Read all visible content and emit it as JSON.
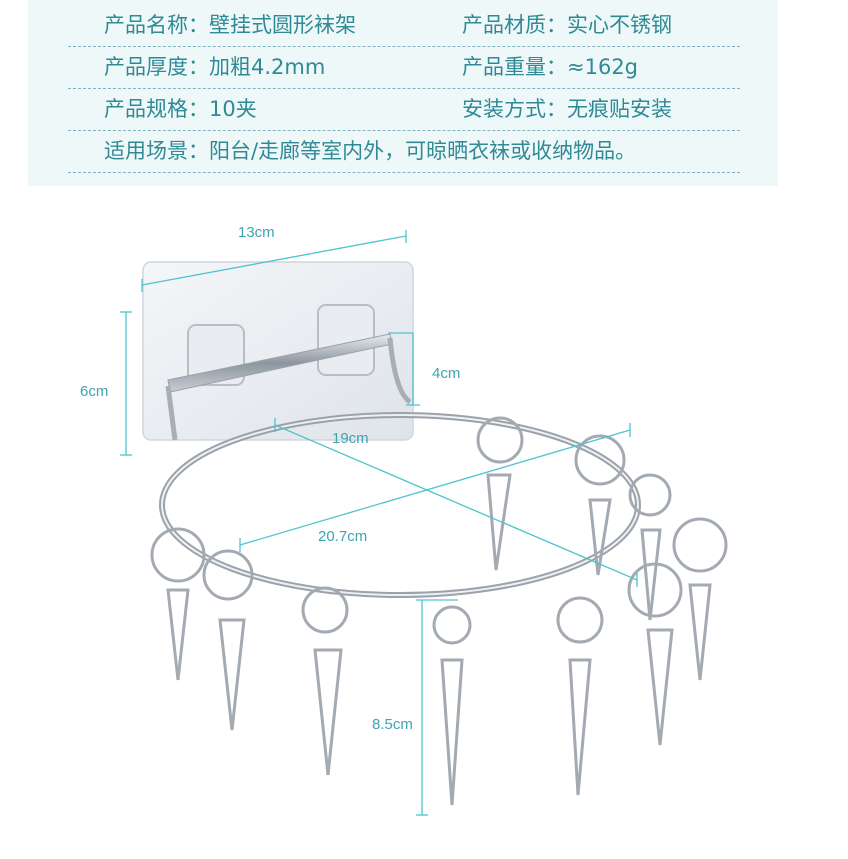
{
  "specs": {
    "rows": [
      {
        "left": "产品名称：壁挂式圆形袜架",
        "right": "产品材质：实心不锈钢"
      },
      {
        "left": "产品厚度：加粗4.2mm",
        "right": "产品重量：≈162g"
      },
      {
        "left": "产品规格：10夹",
        "right": "安装方式：无痕贴安装"
      }
    ],
    "wide_row": "适用场景：阳台/走廊等室内外，可晾晒衣袜或收纳物品。"
  },
  "dimensions": {
    "width": "13cm",
    "height": "6cm",
    "hook_depth": "4cm",
    "inner_diameter": "19cm",
    "outer_diameter": "20.7cm",
    "clip_length": "8.5cm"
  },
  "colors": {
    "panel_bg": "#eef8f9",
    "text": "#2f8a96",
    "dimension_line": "#4fc3d0"
  }
}
